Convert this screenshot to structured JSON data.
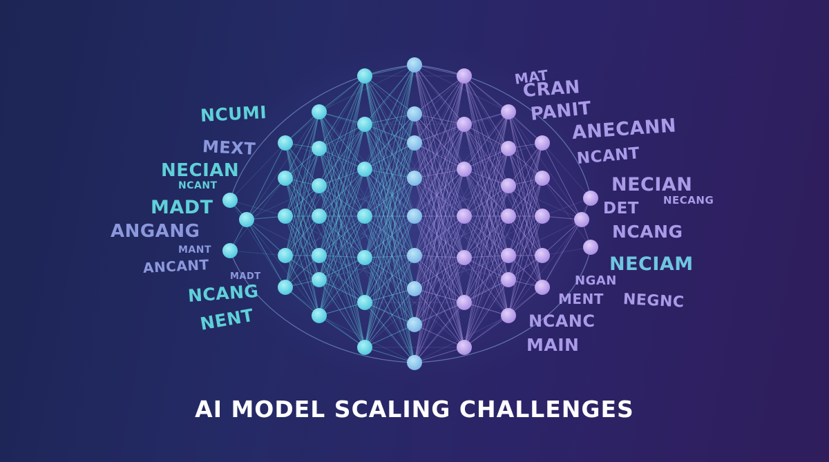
{
  "title": "AI MODEL SCALING CHALLENGES",
  "colors": {
    "left_text": "#5fd0d8",
    "left_text_alt": "#8b98dc",
    "right_text": "#a99be8",
    "right_text_alt": "#6fc6e0",
    "node_left": "#63d4e4",
    "node_right": "#b89ae8"
  },
  "left_words": [
    "NCUMI",
    "MEXT",
    "NECIAN",
    "NCANT",
    "MADT",
    "ANGANG",
    "MANT",
    "ANCANT",
    "MADT",
    "NCANG",
    "NENT"
  ],
  "right_words": [
    "MAT",
    "CRAN",
    "PANIT",
    "ANECANN",
    "NCANT",
    "NECIAN",
    "NECANG",
    "DET",
    "NCANG",
    "NECIAM",
    "NGAN",
    "MENT",
    "NEGNC",
    "NCANC",
    "MAIN"
  ]
}
